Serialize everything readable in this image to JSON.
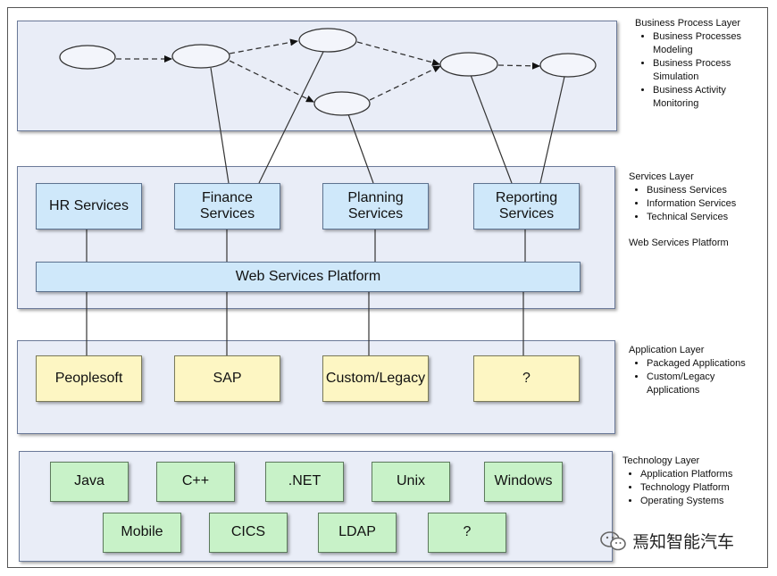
{
  "business_layer": {
    "title": "Business Process Layer",
    "items": [
      "Business Processes\nModeling",
      "Business Process\nSimulation",
      "Business Activity\nMonitoring"
    ]
  },
  "services_layer": {
    "title": "Services Layer",
    "items": [
      "Business Services",
      "Information Services",
      "Technical Services"
    ],
    "footer": "Web Services Platform",
    "boxes": [
      "HR Services",
      "Finance\nServices",
      "Planning\nServices",
      "Reporting\nServices"
    ],
    "platform": "Web Services Platform"
  },
  "application_layer": {
    "title": "Application Layer",
    "items": [
      "Packaged Applications",
      "Custom/Legacy\nApplications"
    ],
    "boxes": [
      "Peoplesoft",
      "SAP",
      "Custom/Legacy",
      "?"
    ]
  },
  "technology_layer": {
    "title": "Technology Layer",
    "items": [
      "Application Platforms",
      "Technology Platform",
      "Operating Systems"
    ],
    "row1": [
      "Java",
      "C++",
      ".NET",
      "Unix",
      "Windows"
    ],
    "row2": [
      "Mobile",
      "CICS",
      "LDAP",
      "?"
    ]
  },
  "watermark": "焉知智能汽车"
}
